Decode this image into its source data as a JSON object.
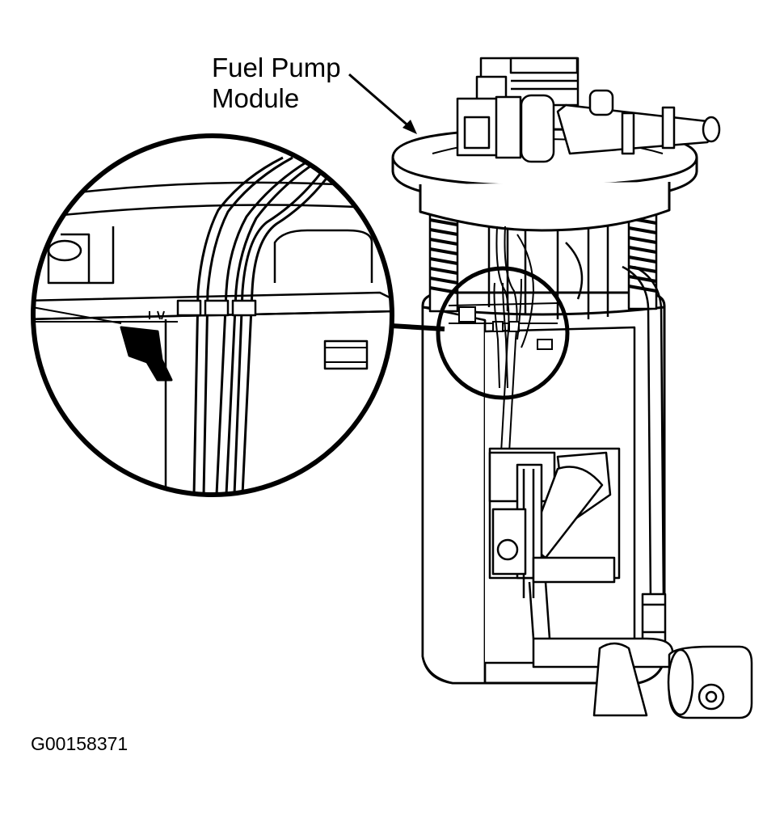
{
  "callout": {
    "line1": "Fuel Pump",
    "line2": "Module"
  },
  "figure_id": "G00158371",
  "colors": {
    "ink": "#000000",
    "paper": "#ffffff",
    "shade": "#dcdcdc"
  }
}
